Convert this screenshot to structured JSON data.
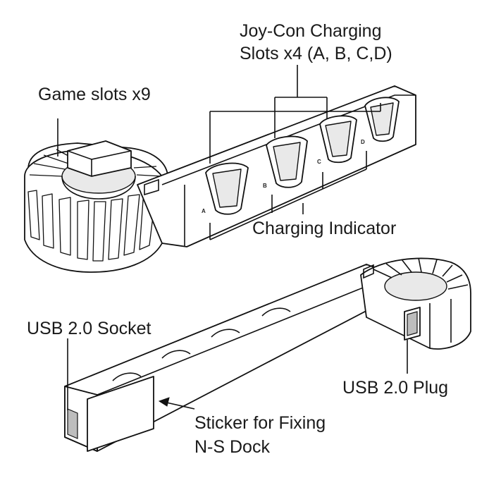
{
  "labels": {
    "joycon_line1": "Joy-Con Charging",
    "joycon_line2": "Slots x4 (A, B, C,D)",
    "game_slots": "Game slots x9",
    "charging_indicator": "Charging Indicator",
    "usb_socket": "USB 2.0 Socket",
    "usb_plug": "USB 2.0 Plug",
    "sticker_line1": "Sticker for Fixing",
    "sticker_line2": "N-S Dock"
  },
  "slot_letters": [
    "A",
    "B",
    "C",
    "D"
  ]
}
